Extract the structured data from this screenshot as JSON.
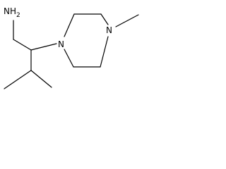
{
  "molecule": {
    "atoms": [
      {
        "id": "amine",
        "label": "NH2",
        "label_main": "NH",
        "label_sub": "2"
      },
      {
        "id": "n_piperazine_1",
        "label": "N"
      },
      {
        "id": "n_piperazine_4",
        "label": "N"
      }
    ],
    "colors": {
      "bond": "#000000",
      "label": "#000000",
      "background": "#ffffff"
    }
  }
}
